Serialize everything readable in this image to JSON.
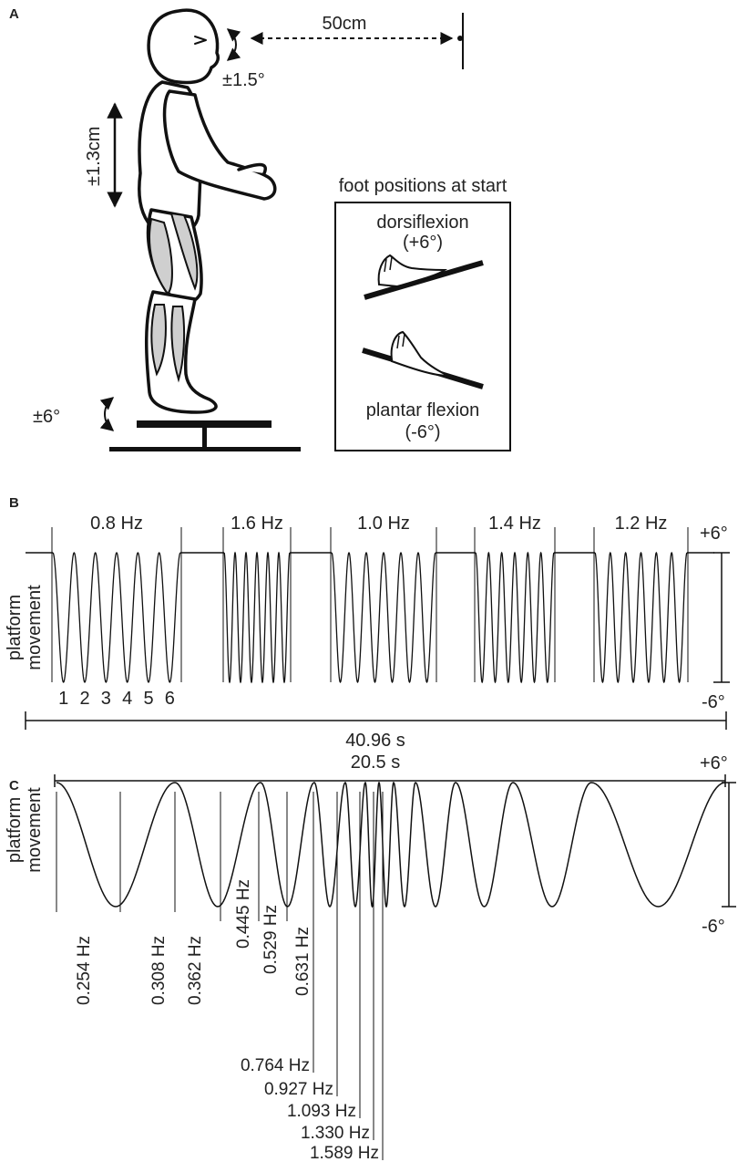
{
  "panel_a": {
    "letter": "A",
    "distance_label": "50cm",
    "head_tilt_label": "±1.5°",
    "vertical_label": "±1.3cm",
    "platform_tilt_label": "±6°",
    "inset_title": "foot positions at start",
    "dorsi_label": "dorsiflexion",
    "dorsi_angle": "(+6°)",
    "plantar_label": "plantar flexion",
    "plantar_angle": "(-6°)",
    "colors": {
      "ink": "#111111",
      "muscle": "#cfcfcf"
    }
  },
  "panel_b": {
    "letter": "B",
    "ylabel_line1": "platform",
    "ylabel_line2": "movement",
    "top_label": "+6°",
    "bottom_label": "-6°",
    "duration_label": "40.96 s",
    "cycle_numbers": [
      "1",
      "2",
      "3",
      "4",
      "5",
      "6"
    ],
    "blocks": [
      {
        "label": "0.8 Hz",
        "cycles": 6
      },
      {
        "label": "1.6 Hz",
        "cycles": 6
      },
      {
        "label": "1.0 Hz",
        "cycles": 6
      },
      {
        "label": "1.4 Hz",
        "cycles": 6
      },
      {
        "label": "1.2 Hz",
        "cycles": 6
      }
    ]
  },
  "panel_c": {
    "letter": "C",
    "ylabel_line1": "platform",
    "ylabel_line2": "movement",
    "top_label": "+6°",
    "bottom_label": "-6°",
    "duration_label": "20.5 s",
    "frequencies": [
      "0.254 Hz",
      "0.308 Hz",
      "0.362 Hz",
      "0.445 Hz",
      "0.529 Hz",
      "0.631 Hz",
      "0.764 Hz",
      "0.927 Hz",
      "1.093 Hz",
      "1.330 Hz",
      "1.589 Hz"
    ]
  }
}
